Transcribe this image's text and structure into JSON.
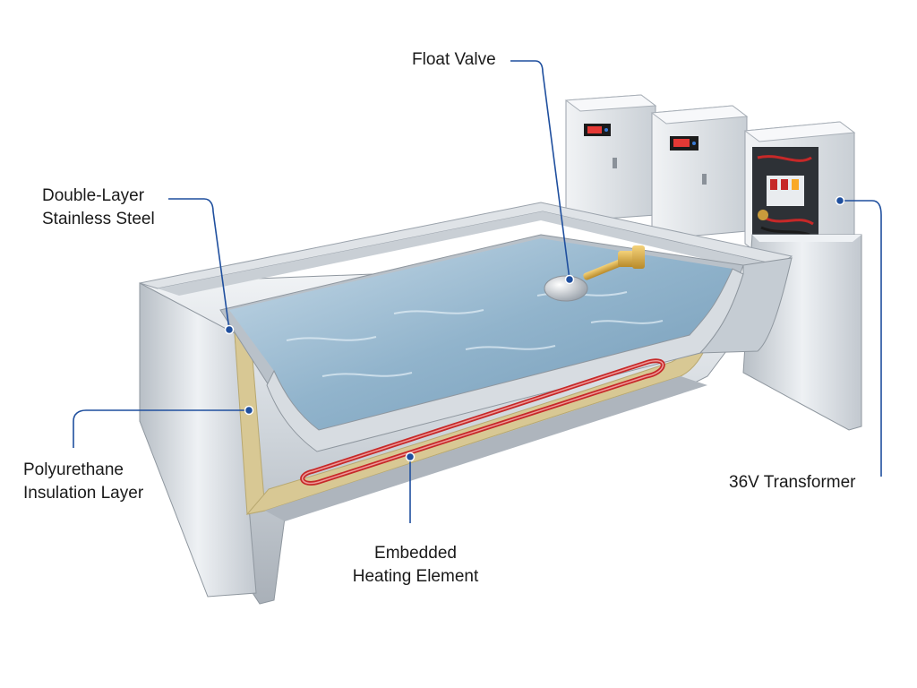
{
  "labels": {
    "float_valve": "Float Valve",
    "double_layer": [
      "Double-Layer",
      "Stainless Steel"
    ],
    "insulation": [
      "Polyurethane",
      "Insulation Layer"
    ],
    "heating": [
      "Embedded",
      "Heating Element"
    ],
    "transformer": "36V Transformer"
  },
  "colors": {
    "leader_line": "#1f4f9e",
    "steel_light": "#e6e9ed",
    "steel_dark": "#9aa2ab",
    "water": "#8fb8d6",
    "insulation": "#d8c894",
    "heating_coil": "#c62828",
    "display_red": "#e53935"
  },
  "icons": [
    "control-box-icon",
    "transformer-box-icon",
    "float-ball-icon",
    "heating-coil-icon"
  ]
}
